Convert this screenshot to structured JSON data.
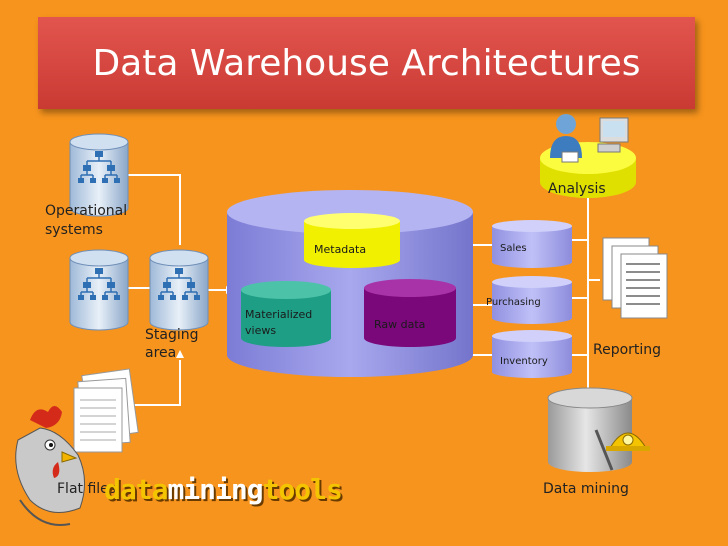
{
  "title": "Data Warehouse Architectures",
  "labels": {
    "operational_systems_1": "Operational",
    "operational_systems_2": "systems",
    "staging_area_1": "Staging",
    "staging_area_2": "area",
    "flat_files": "Flat files",
    "metadata": "Metadata",
    "materialized_views_1": "Materialized",
    "materialized_views_2": "views",
    "raw_data": "Raw data",
    "sales": "Sales",
    "purchasing": "Purchasing",
    "inventory": "Inventory",
    "analysis": "Analysis",
    "reporting": "Reporting",
    "data_mining": "Data mining"
  },
  "logo": {
    "part1": "data",
    "part2": "mining",
    "part3": "tools"
  },
  "colors": {
    "background": "#f7941d",
    "title_bar": "#d9463f",
    "warehouse": "#8e8ee0",
    "metadata": "#ffff44",
    "materialized_views": "#2aa78f",
    "raw_data": "#8a0a8a",
    "datamarts": "#a8a8f0"
  }
}
